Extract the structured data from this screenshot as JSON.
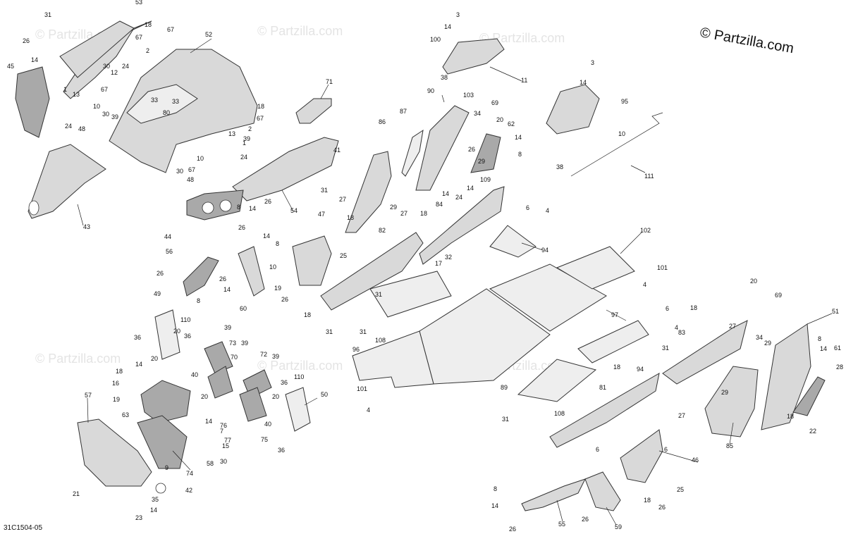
{
  "copyright": "© Partzilla.com",
  "watermark": "© Partzilla.com",
  "drawing_number": "31C1504-05",
  "callouts": [
    {
      "label": "53"
    },
    {
      "label": "31"
    },
    {
      "label": "26"
    },
    {
      "label": "14"
    },
    {
      "label": "45"
    },
    {
      "label": "18"
    },
    {
      "label": "67"
    },
    {
      "label": "67"
    },
    {
      "label": "52"
    },
    {
      "label": "2"
    },
    {
      "label": "24"
    },
    {
      "label": "30"
    },
    {
      "label": "12"
    },
    {
      "label": "1"
    },
    {
      "label": "13"
    },
    {
      "label": "10"
    },
    {
      "label": "67"
    },
    {
      "label": "30"
    },
    {
      "label": "39"
    },
    {
      "label": "33"
    },
    {
      "label": "80"
    },
    {
      "label": "33"
    },
    {
      "label": "24"
    },
    {
      "label": "48"
    },
    {
      "label": "18"
    },
    {
      "label": "67"
    },
    {
      "label": "2"
    },
    {
      "label": "39"
    },
    {
      "label": "13"
    },
    {
      "label": "1"
    },
    {
      "label": "10"
    },
    {
      "label": "30"
    },
    {
      "label": "67"
    },
    {
      "label": "24"
    },
    {
      "label": "48"
    },
    {
      "label": "71"
    },
    {
      "label": "43"
    },
    {
      "label": "41"
    },
    {
      "label": "31"
    },
    {
      "label": "54"
    },
    {
      "label": "26"
    },
    {
      "label": "8"
    },
    {
      "label": "14"
    },
    {
      "label": "44"
    },
    {
      "label": "3"
    },
    {
      "label": "14"
    },
    {
      "label": "100"
    },
    {
      "label": "38"
    },
    {
      "label": "103"
    },
    {
      "label": "11"
    },
    {
      "label": "90"
    },
    {
      "label": "87"
    },
    {
      "label": "86"
    },
    {
      "label": "34"
    },
    {
      "label": "69"
    },
    {
      "label": "20"
    },
    {
      "label": "62"
    },
    {
      "label": "14"
    },
    {
      "label": "8"
    },
    {
      "label": "26"
    },
    {
      "label": "29"
    },
    {
      "label": "109"
    },
    {
      "label": "14"
    },
    {
      "label": "24"
    },
    {
      "label": "14"
    },
    {
      "label": "27"
    },
    {
      "label": "18"
    },
    {
      "label": "29"
    },
    {
      "label": "27"
    },
    {
      "label": "18"
    },
    {
      "label": "3"
    },
    {
      "label": "14"
    },
    {
      "label": "95"
    },
    {
      "label": "10"
    },
    {
      "label": "38"
    },
    {
      "label": "111"
    },
    {
      "label": "47"
    },
    {
      "label": "82"
    },
    {
      "label": "84"
    },
    {
      "label": "6"
    },
    {
      "label": "4"
    },
    {
      "label": "94"
    },
    {
      "label": "102"
    },
    {
      "label": "101"
    },
    {
      "label": "4"
    },
    {
      "label": "25"
    },
    {
      "label": "17"
    },
    {
      "label": "32"
    },
    {
      "label": "26"
    },
    {
      "label": "14"
    },
    {
      "label": "8"
    },
    {
      "label": "56"
    },
    {
      "label": "26"
    },
    {
      "label": "8"
    },
    {
      "label": "26"
    },
    {
      "label": "14"
    },
    {
      "label": "60"
    },
    {
      "label": "10"
    },
    {
      "label": "19"
    },
    {
      "label": "26"
    },
    {
      "label": "18"
    },
    {
      "label": "31"
    },
    {
      "label": "31"
    },
    {
      "label": "31"
    },
    {
      "label": "108"
    },
    {
      "label": "97"
    },
    {
      "label": "49"
    },
    {
      "label": "110"
    },
    {
      "label": "36"
    },
    {
      "label": "20"
    },
    {
      "label": "36"
    },
    {
      "label": "20"
    },
    {
      "label": "39"
    },
    {
      "label": "73"
    },
    {
      "label": "39"
    },
    {
      "label": "70"
    },
    {
      "label": "72"
    },
    {
      "label": "39"
    },
    {
      "label": "40"
    },
    {
      "label": "96"
    },
    {
      "label": "89"
    },
    {
      "label": "94"
    },
    {
      "label": "6"
    },
    {
      "label": "4"
    },
    {
      "label": "83"
    },
    {
      "label": "31"
    },
    {
      "label": "18"
    },
    {
      "label": "20"
    },
    {
      "label": "69"
    },
    {
      "label": "51"
    },
    {
      "label": "34"
    },
    {
      "label": "29"
    },
    {
      "label": "8"
    },
    {
      "label": "14"
    },
    {
      "label": "61"
    },
    {
      "label": "28"
    },
    {
      "label": "27"
    },
    {
      "label": "29"
    },
    {
      "label": "18"
    },
    {
      "label": "22"
    },
    {
      "label": "85"
    },
    {
      "label": "18"
    },
    {
      "label": "81"
    },
    {
      "label": "27"
    },
    {
      "label": "108"
    },
    {
      "label": "31"
    },
    {
      "label": "101"
    },
    {
      "label": "4"
    },
    {
      "label": "14"
    },
    {
      "label": "18"
    },
    {
      "label": "16"
    },
    {
      "label": "19"
    },
    {
      "label": "63"
    },
    {
      "label": "57"
    },
    {
      "label": "20"
    },
    {
      "label": "14"
    },
    {
      "label": "76"
    },
    {
      "label": "77"
    },
    {
      "label": "36"
    },
    {
      "label": "110"
    },
    {
      "label": "20"
    },
    {
      "label": "50"
    },
    {
      "label": "40"
    },
    {
      "label": "75"
    },
    {
      "label": "36"
    },
    {
      "label": "7"
    },
    {
      "label": "15"
    },
    {
      "label": "58"
    },
    {
      "label": "30"
    },
    {
      "label": "74"
    },
    {
      "label": "9"
    },
    {
      "label": "42"
    },
    {
      "label": "21"
    },
    {
      "label": "35"
    },
    {
      "label": "14"
    },
    {
      "label": "23"
    },
    {
      "label": "46"
    },
    {
      "label": "6"
    },
    {
      "label": "6"
    },
    {
      "label": "25"
    },
    {
      "label": "18"
    },
    {
      "label": "26"
    },
    {
      "label": "8"
    },
    {
      "label": "14"
    },
    {
      "label": "26"
    },
    {
      "label": "55"
    },
    {
      "label": "26"
    },
    {
      "label": "59"
    }
  ]
}
